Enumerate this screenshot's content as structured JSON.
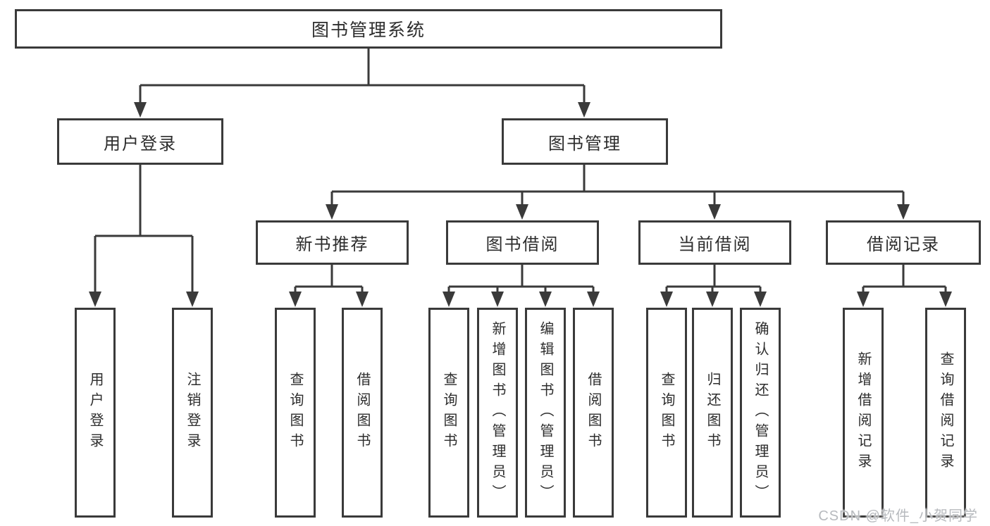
{
  "diagram": {
    "root": {
      "label": "图书管理系统"
    },
    "level2": {
      "user_login": {
        "label": "用户登录"
      },
      "book_management": {
        "label": "图书管理"
      }
    },
    "level3": {
      "new_book_recommend": {
        "label": "新书推荐"
      },
      "book_borrowing": {
        "label": "图书借阅"
      },
      "current_borrowing": {
        "label": "当前借阅"
      },
      "borrowing_records": {
        "label": "借阅记录"
      }
    },
    "leaves": {
      "login": {
        "label": "用户登录"
      },
      "logout": {
        "label": "注销登录"
      },
      "rec_query_books": {
        "label": "查询图书"
      },
      "rec_borrow_books": {
        "label": "借阅图书"
      },
      "bor_query_books": {
        "label": "查询图书"
      },
      "bor_add_books": {
        "label": "新增图书（管理员）"
      },
      "bor_edit_books": {
        "label": "编辑图书（管理员）"
      },
      "bor_borrow_books": {
        "label": "借阅图书"
      },
      "cur_query_books": {
        "label": "查询图书"
      },
      "cur_return_books": {
        "label": "归还图书"
      },
      "cur_confirm_return": {
        "label": "确认归还（管理员）"
      },
      "log_add_record": {
        "label": "新增借阅记录"
      },
      "log_query_record": {
        "label": "查询借阅记录"
      }
    }
  },
  "watermark": {
    "text": "CSDN @软件_小贺同学"
  },
  "colors": {
    "line": "#3a3a3a",
    "box_border": "#3a3a3a",
    "text": "#2d2d2d",
    "watermark": "#b7babe",
    "background": "#ffffff"
  }
}
